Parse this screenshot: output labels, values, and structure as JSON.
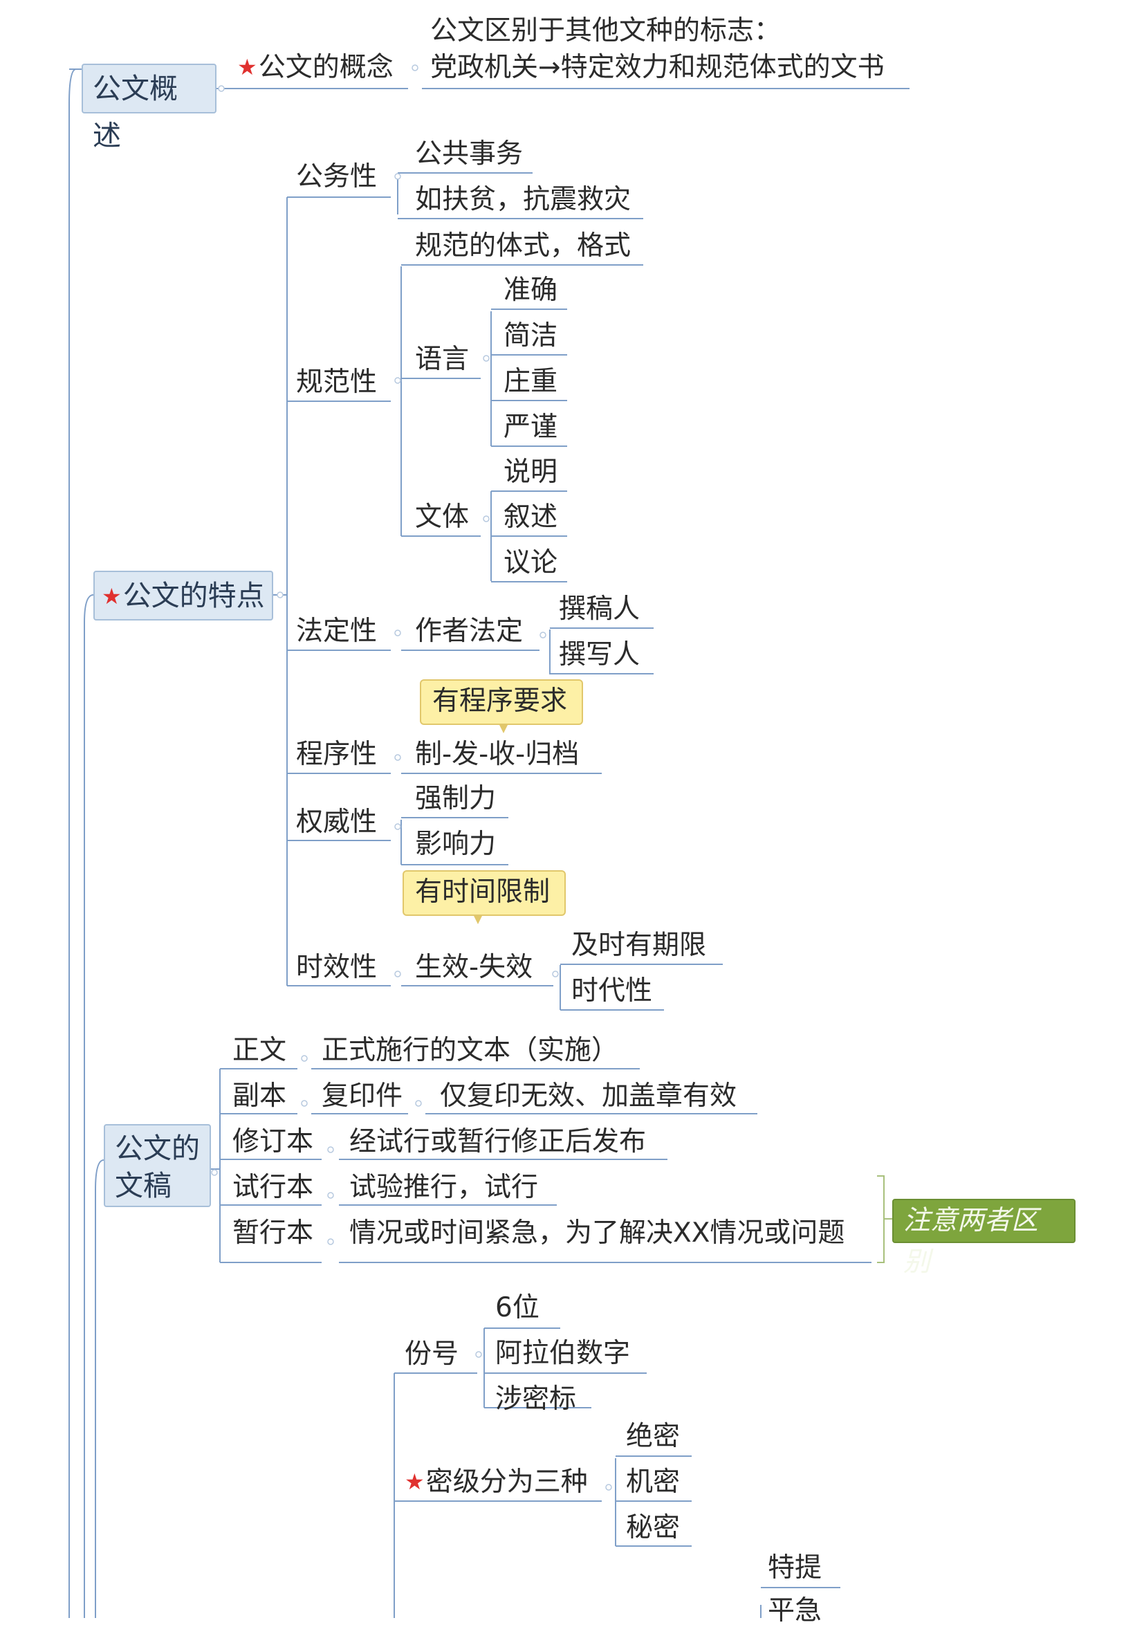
{
  "overview": {
    "label": "公文概述",
    "concept": {
      "label": "公文的概念",
      "starred": true
    },
    "mark_line1": "公文区别于其他文种的标志：",
    "mark_line2": "党政机关→特定效力和规范体式的文书"
  },
  "features": {
    "label": "公文的特点",
    "starred": true,
    "public": {
      "label": "公务性",
      "items": [
        "公共事务",
        "如扶贫，抗震救灾"
      ]
    },
    "norm": {
      "label": "规范性",
      "format": "规范的体式，格式",
      "language": {
        "label": "语言",
        "items": [
          "准确",
          "简洁",
          "庄重",
          "严谨"
        ]
      },
      "style": {
        "label": "文体",
        "items": [
          "说明",
          "叙述",
          "议论"
        ]
      }
    },
    "legal": {
      "label": "法定性",
      "author": "作者法定",
      "items": [
        "撰稿人",
        "撰写人"
      ]
    },
    "procedure": {
      "label": "程序性",
      "flow": "制-发-收-归档",
      "note": "有程序要求"
    },
    "authority": {
      "label": "权威性",
      "items": [
        "强制力",
        "影响力"
      ]
    },
    "timeliness": {
      "label": "时效性",
      "flow": "生效-失效",
      "note": "有时间限制",
      "items": [
        "及时有期限",
        "时代性"
      ]
    }
  },
  "drafts": {
    "label_line1": "公文的",
    "label_line2": "文稿",
    "rows": [
      {
        "name": "正文",
        "desc": "正式施行的文本（实施）"
      },
      {
        "name": "副本",
        "desc": "复印件",
        "extra": "仅复印无效、加盖章有效"
      },
      {
        "name": "修订本",
        "desc": "经试行或暂行修正后发布"
      },
      {
        "name": "试行本",
        "desc": "试验推行，试行"
      },
      {
        "name": "暂行本",
        "desc": "情况或时间紧急，为了解决XX情况或问题"
      }
    ],
    "note": "注意两者区别"
  },
  "copy_number": {
    "label": "份号",
    "items": [
      "6位",
      "阿拉伯数字",
      "涉密标"
    ]
  },
  "secret_level": {
    "label": "密级分为三种",
    "starred": true,
    "items": [
      "绝密",
      "机密",
      "秘密"
    ]
  },
  "urgency": {
    "items": [
      "特提",
      "平急"
    ]
  },
  "colors": {
    "line": "#7f9fc8",
    "box_bg": "#dde8f3",
    "callout_bg": "#fdf0a6",
    "green": "#7ea53d",
    "star": "#e0312f"
  }
}
